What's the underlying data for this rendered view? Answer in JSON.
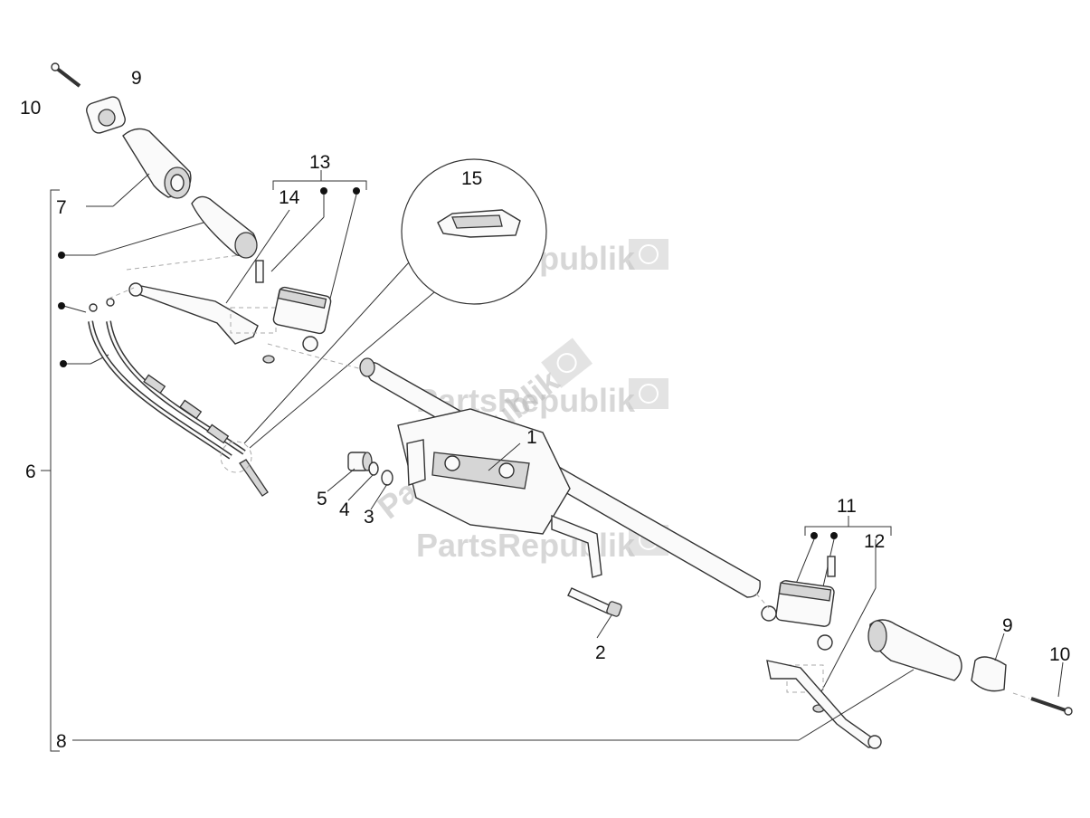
{
  "labels": {
    "l1": "1",
    "l2": "2",
    "l3": "3",
    "l4": "4",
    "l5": "5",
    "l6": "6",
    "l7": "7",
    "l8": "8",
    "l9a": "9",
    "l9b": "9",
    "l10a": "10",
    "l10b": "10",
    "l11": "11",
    "l12": "12",
    "l13": "13",
    "l14": "14",
    "l15": "15"
  },
  "watermark": {
    "text": "PartsRepublik"
  },
  "colors": {
    "line": "#333333",
    "label": "#111111",
    "watermark": "#b8b8b8"
  },
  "icons": [
    "gear-icon",
    "bullet-dot"
  ]
}
